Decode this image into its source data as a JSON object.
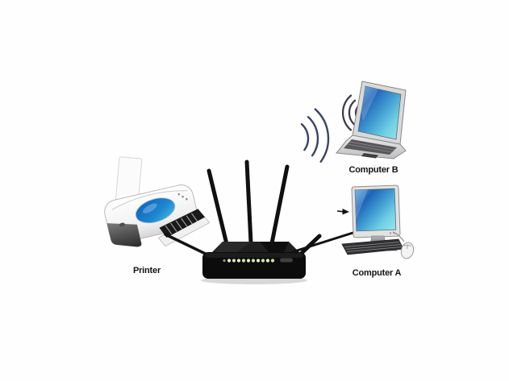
{
  "diagram": {
    "type": "network-topology-illustration",
    "background_color": "#fefefe",
    "devices": [
      {
        "id": "printer",
        "type": "printer",
        "label": "Printer",
        "connection": "wired-to-router"
      },
      {
        "id": "router",
        "type": "wireless-router",
        "antennas": 3,
        "led_count": 10
      },
      {
        "id": "computer-b",
        "type": "laptop",
        "label": "Computer B",
        "connection": "wireless-to-router"
      },
      {
        "id": "computer-a",
        "type": "desktop-computer",
        "label": "Computer A",
        "connection": "wired-to-router"
      }
    ],
    "colors": {
      "router_body": "#141414",
      "router_leds": "#d9edb0",
      "screen_blue_dark": "#1f63b8",
      "screen_blue_light": "#9ae4ee",
      "device_silver": "#d9d9d9",
      "printer_oval_blue": "#1173c8",
      "cable_black": "#121212",
      "wifi_arcs": "#3b4366",
      "label_text": "#141414"
    }
  }
}
